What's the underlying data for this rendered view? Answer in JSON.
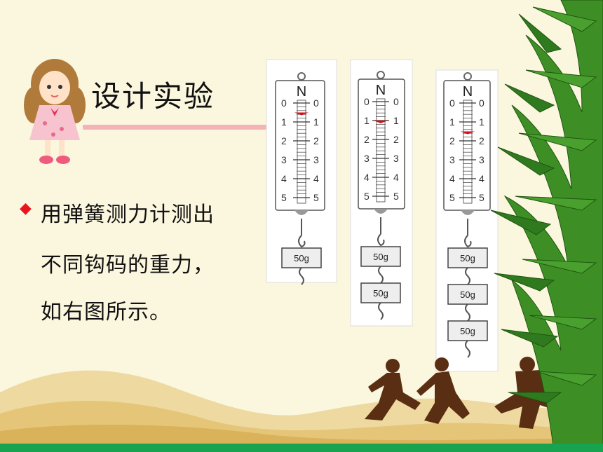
{
  "title": "设计实验",
  "body": {
    "line1": "用弹簧测力计测出",
    "line2": "不同钩码的重力，",
    "line3": "如右图所示。"
  },
  "scales": [
    {
      "unit": "N",
      "tick_labels": [
        "0",
        "1",
        "2",
        "3",
        "4",
        "5"
      ],
      "reading": 0.5,
      "weights": [
        "50g"
      ]
    },
    {
      "unit": "N",
      "tick_labels": [
        "0",
        "1",
        "2",
        "3",
        "4",
        "5"
      ],
      "reading": 1.0,
      "weights": [
        "50g",
        "50g"
      ]
    },
    {
      "unit": "N",
      "tick_labels": [
        "0",
        "1",
        "2",
        "3",
        "4",
        "5"
      ],
      "reading": 1.5,
      "weights": [
        "50g",
        "50g",
        "50g"
      ]
    }
  ],
  "colors": {
    "background": "#fbf6de",
    "accent_line": "#f4b3b6",
    "bullet": "#e8141e",
    "bottom_bar": "#17a350",
    "pointer": "#d0101a"
  },
  "icons": [
    "girl-cartoon",
    "diamond-bullet",
    "bamboo-leaves",
    "running-silhouettes"
  ]
}
